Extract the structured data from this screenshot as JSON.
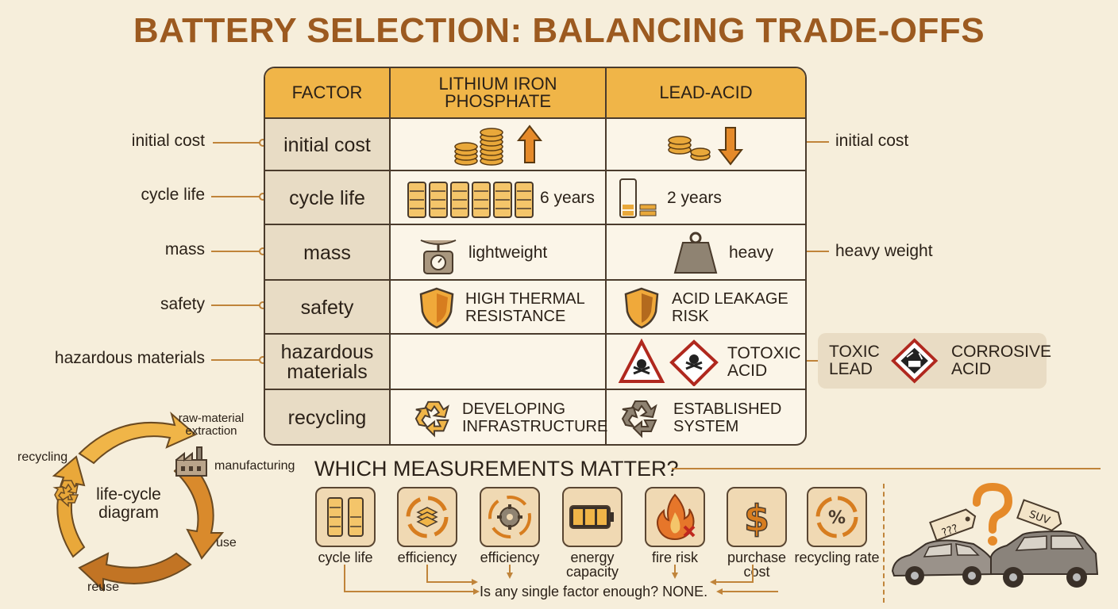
{
  "title": "BATTERY SELECTION: BALANCING  TRADE-OFFS",
  "table": {
    "headers": [
      "FACTOR",
      "LITHIUM IRON PHOSPHATE",
      "LEAD-ACID"
    ],
    "rows": [
      {
        "factor": "initial cost",
        "lfp": "",
        "lead": ""
      },
      {
        "factor": "cycle life",
        "lfp": "6 years",
        "lead": "2 years"
      },
      {
        "factor": "mass",
        "lfp": "lightweight",
        "lead": "heavy"
      },
      {
        "factor": "safety",
        "lfp": "HIGH THERMAL RESISTANCE",
        "lead": "ACID LEAKAGE RISK"
      },
      {
        "factor": "hazardous materials",
        "lfp": "",
        "lead": "TOTOXIC ACID"
      },
      {
        "factor": "recycling",
        "lfp": "DEVELOPING INFRASTRUCTURE",
        "lead": "ESTABLISHED SYSTEM"
      }
    ]
  },
  "left_labels": [
    "initial cost",
    "cycle life",
    "mass",
    "safety",
    "hazardous materials"
  ],
  "right_labels": {
    "cost": "initial cost",
    "mass": "heavy weight"
  },
  "hazard_box": {
    "left": "TOXIC LEAD",
    "right": "CORROSIVE ACID"
  },
  "lifecycle": {
    "center": "life-cycle diagram",
    "stages": [
      "raw-material extraction",
      "manufacturing",
      "use",
      "reuse",
      "recycling"
    ]
  },
  "measurements": {
    "title": "WHICH MEASUREMENTS MATTER?",
    "items": [
      "cycle life",
      "efficiency",
      "efficiency",
      "energy capacity",
      "fire risk",
      "purchase cost",
      "recycling rate"
    ],
    "question": "Is any single factor enough? NONE."
  },
  "cars": {
    "tag_left": "???",
    "tag_right": "SUV",
    "mark": "?"
  },
  "colors": {
    "accent": "#f0b548",
    "title": "#9c5a20",
    "brown": "#c0843a"
  }
}
